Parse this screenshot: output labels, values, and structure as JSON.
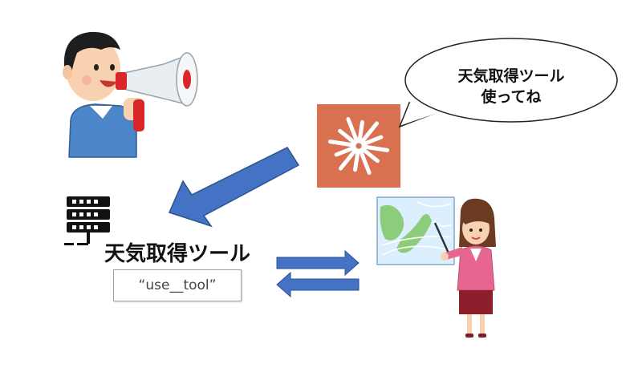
{
  "speech_bubble": {
    "line1": "天気取得ツール",
    "line2": "使ってね"
  },
  "tool": {
    "label": "天気取得ツール",
    "code": "“use__tool”"
  },
  "colors": {
    "arrow_blue": "#4472c4",
    "claude_orange": "#d9704f",
    "background": "#ffffff"
  },
  "icons": {
    "speaker": "man-with-megaphone-icon",
    "assistant": "claude-logo-icon",
    "server": "server-icon",
    "forecaster": "weather-forecaster-icon"
  }
}
